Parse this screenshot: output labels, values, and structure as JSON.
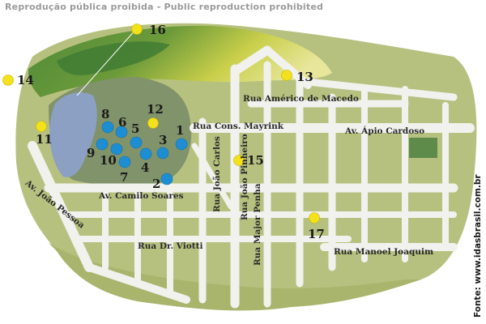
{
  "header": {
    "notice": "Reprodução pública proibida - Public reproduction prohibited"
  },
  "source_credit": "Fonte: www.idasbrasil.com.br",
  "colors": {
    "background_land": "#b9c383",
    "streets": "#f1f1ee",
    "lake": "#8a9fc0",
    "forest": "#5c8a3a",
    "yellow_marker": "#f3e21b",
    "blue_marker": "#1e8ed4"
  },
  "streets": [
    {
      "id": "rua-americo-de-macedo",
      "label": "Rua Américo de Macedo"
    },
    {
      "id": "rua-cons-mayrink",
      "label": "Rua Cons. Mayrink"
    },
    {
      "id": "av-apio-cardoso",
      "label": "Av. Ápio Cardoso"
    },
    {
      "id": "av-camilo-soares",
      "label": "Av. Camilo Soares"
    },
    {
      "id": "av-joao-pessoa",
      "label": "Av. João Pessoa"
    },
    {
      "id": "rua-joao-carlos",
      "label": "Rua João Carlos"
    },
    {
      "id": "rua-joao-pinheiro",
      "label": "Rua João Pinheiro"
    },
    {
      "id": "rua-major-penha",
      "label": "Rua Major Penha"
    },
    {
      "id": "rua-dr-viotti",
      "label": "Rua Dr. Viotti"
    },
    {
      "id": "rua-manoel-joaquim",
      "label": "Rua Manoel Joaquim"
    }
  ],
  "markers": [
    {
      "number": "1",
      "color": "blue"
    },
    {
      "number": "2",
      "color": "blue"
    },
    {
      "number": "3",
      "color": "blue"
    },
    {
      "number": "4",
      "color": "blue"
    },
    {
      "number": "5",
      "color": "blue"
    },
    {
      "number": "6",
      "color": "blue"
    },
    {
      "number": "7",
      "color": "blue"
    },
    {
      "number": "8",
      "color": "blue"
    },
    {
      "number": "9",
      "color": "blue"
    },
    {
      "number": "10",
      "color": "blue"
    },
    {
      "number": "11",
      "color": "yellow"
    },
    {
      "number": "12",
      "color": "yellow"
    },
    {
      "number": "13",
      "color": "yellow"
    },
    {
      "number": "14",
      "color": "yellow"
    },
    {
      "number": "15",
      "color": "yellow"
    },
    {
      "number": "16",
      "color": "yellow"
    },
    {
      "number": "17",
      "color": "yellow"
    }
  ]
}
